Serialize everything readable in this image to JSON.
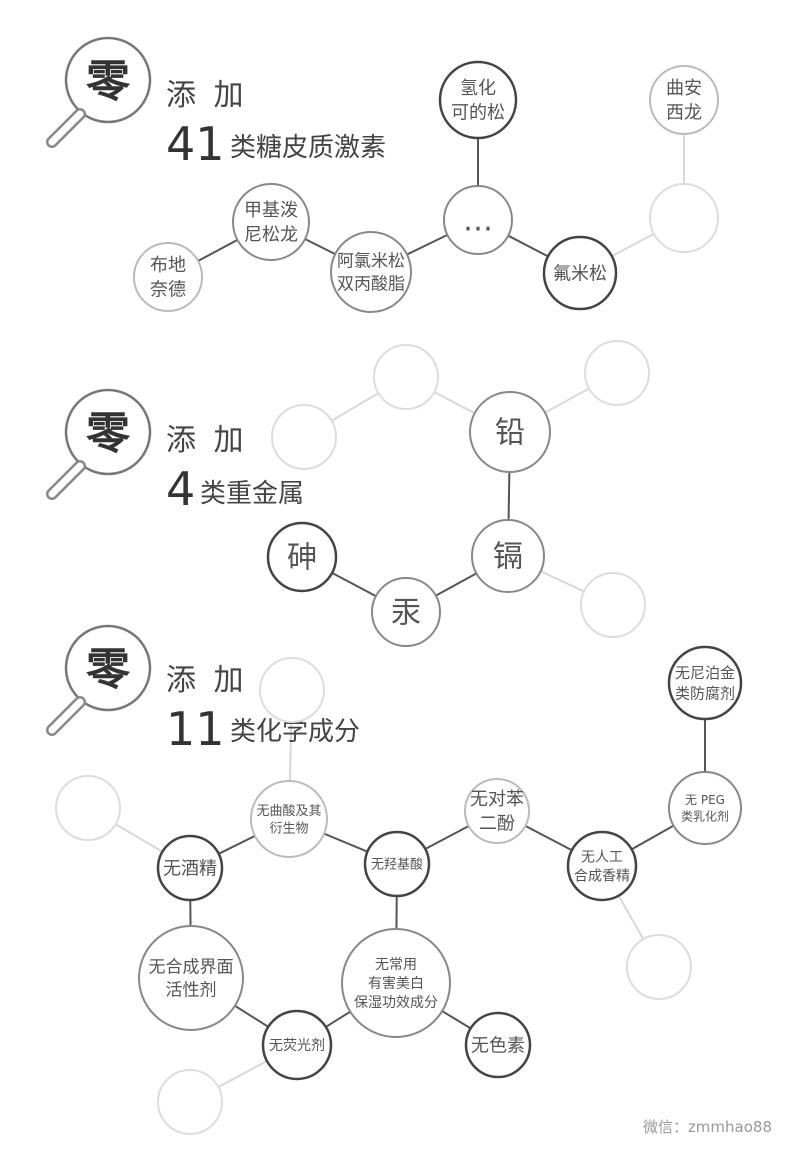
{
  "sections": [
    {
      "zero": "零",
      "add": "添 加",
      "count": "41",
      "suffix": "类糖皮质激素",
      "nodes": [
        {
          "id": "a1",
          "lines": [
            "氢化",
            "可的松"
          ],
          "shade": "dark"
        },
        {
          "id": "a2",
          "lines": [
            "曲安",
            "西龙"
          ],
          "shade": "light"
        },
        {
          "id": "a3",
          "lines": [
            "…"
          ],
          "shade": "mid"
        },
        {
          "id": "a4",
          "lines": [],
          "shade": "faint"
        },
        {
          "id": "a5",
          "lines": [
            "甲基泼",
            "尼松龙"
          ],
          "shade": "mid"
        },
        {
          "id": "a6",
          "lines": [
            "布地",
            "奈德"
          ],
          "shade": "light"
        },
        {
          "id": "a7",
          "lines": [
            "阿氯米松",
            "双丙酸脂"
          ],
          "shade": "mid"
        },
        {
          "id": "a8",
          "lines": [
            "氟米松"
          ],
          "shade": "dark"
        }
      ]
    },
    {
      "zero": "零",
      "add": "添 加",
      "count": "4",
      "suffix": "类重金属",
      "nodes": [
        {
          "id": "b1",
          "lines": [],
          "shade": "faint"
        },
        {
          "id": "b2",
          "lines": [],
          "shade": "faint"
        },
        {
          "id": "b3",
          "lines": [
            "铅"
          ],
          "shade": "mid"
        },
        {
          "id": "b4",
          "lines": [],
          "shade": "faint"
        },
        {
          "id": "b5",
          "lines": [
            "砷"
          ],
          "shade": "dark"
        },
        {
          "id": "b6",
          "lines": [
            "镉"
          ],
          "shade": "mid"
        },
        {
          "id": "b7",
          "lines": [
            "汞"
          ],
          "shade": "mid"
        },
        {
          "id": "b8",
          "lines": [],
          "shade": "faint"
        }
      ]
    },
    {
      "zero": "零",
      "add": "添 加",
      "count": "11",
      "suffix": "类化学成分",
      "nodes": [
        {
          "id": "c1",
          "lines": [
            "无尼泊金",
            "类防腐剂"
          ],
          "shade": "dark"
        },
        {
          "id": "c2",
          "lines": [],
          "shade": "faint"
        },
        {
          "id": "c3",
          "lines": [],
          "shade": "faint"
        },
        {
          "id": "c4",
          "lines": [
            "无曲酸及其",
            "衍生物"
          ],
          "shade": "light"
        },
        {
          "id": "c5",
          "lines": [
            "无对苯",
            "二酚"
          ],
          "shade": "light"
        },
        {
          "id": "c6",
          "lines": [
            "无 PEG",
            "类乳化剂"
          ],
          "shade": "mid"
        },
        {
          "id": "c7",
          "lines": [
            "无酒精"
          ],
          "shade": "dark"
        },
        {
          "id": "c8",
          "lines": [
            "无羟基酸"
          ],
          "shade": "dark"
        },
        {
          "id": "c9",
          "lines": [
            "无人工",
            "合成香精"
          ],
          "shade": "dark"
        },
        {
          "id": "c10",
          "lines": [
            "无合成界面",
            "活性剂"
          ],
          "shade": "mid"
        },
        {
          "id": "c11",
          "lines": [
            "无常用",
            "有害美白",
            "保湿功效成分"
          ],
          "shade": "mid"
        },
        {
          "id": "c12",
          "lines": [],
          "shade": "faint"
        },
        {
          "id": "c13",
          "lines": [
            "无荧光剂"
          ],
          "shade": "dark"
        },
        {
          "id": "c14",
          "lines": [
            "无色素"
          ],
          "shade": "dark"
        },
        {
          "id": "c15",
          "lines": [],
          "shade": "faint"
        }
      ]
    }
  ],
  "watermark": "微信：zmmhao88",
  "colors": {
    "dark": "#444444",
    "mid": "#888888",
    "light": "#bbbbbb",
    "faint": "#dddddd"
  }
}
